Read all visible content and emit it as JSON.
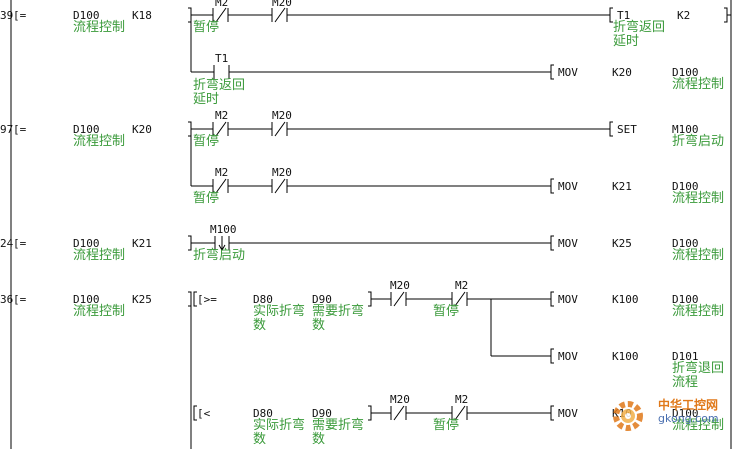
{
  "rungs": [
    {
      "step": "39",
      "compare": {
        "op": "[=",
        "s1": "D100",
        "s1_comment": "流程控制",
        "s2": "K18"
      },
      "branches": [
        {
          "contacts": [
            {
              "dev": "M2",
              "type": "NC",
              "comment": "暂停"
            },
            {
              "dev": "M20",
              "type": "NC",
              "comment": ""
            }
          ],
          "coil": {
            "instr": "T1",
            "k": "K2",
            "comment": "折弯返回延时"
          }
        },
        {
          "contacts": [
            {
              "dev": "T1",
              "type": "NO",
              "comment": "折弯返回延时"
            }
          ],
          "coil": {
            "instr": "MOV",
            "src": "K20",
            "dst": "D100",
            "dst_comment": "流程控制"
          }
        }
      ]
    },
    {
      "step": "97",
      "compare": {
        "op": "[=",
        "s1": "D100",
        "s1_comment": "流程控制",
        "s2": "K20"
      },
      "branches": [
        {
          "contacts": [
            {
              "dev": "M2",
              "type": "NC",
              "comment": "暂停"
            },
            {
              "dev": "M20",
              "type": "NC",
              "comment": ""
            }
          ],
          "coil": {
            "instr": "SET",
            "dst": "M100",
            "dst_comment": "折弯启动"
          }
        },
        {
          "contacts": [
            {
              "dev": "M2",
              "type": "NC",
              "comment": "暂停"
            },
            {
              "dev": "M20",
              "type": "NC",
              "comment": ""
            }
          ],
          "coil": {
            "instr": "MOV",
            "src": "K21",
            "dst": "D100",
            "dst_comment": "流程控制"
          }
        }
      ]
    },
    {
      "step": "24",
      "compare": {
        "op": "[=",
        "s1": "D100",
        "s1_comment": "流程控制",
        "s2": "K21"
      },
      "branches": [
        {
          "contacts": [
            {
              "dev": "M100",
              "type": "FALL",
              "comment": "折弯启动"
            }
          ],
          "coil": {
            "instr": "MOV",
            "src": "K25",
            "dst": "D100",
            "dst_comment": "流程控制"
          }
        }
      ]
    },
    {
      "step": "36",
      "compare": {
        "op": "[=",
        "s1": "D100",
        "s1_comment": "流程控制",
        "s2": "K25"
      },
      "branches": [
        {
          "inner_compare": {
            "op": "[>=",
            "s1": "D80",
            "s1_comment": "实际折弯数",
            "s2": "D90",
            "s2_comment": "需要折弯数"
          },
          "contacts": [
            {
              "dev": "M20",
              "type": "NC",
              "comment": ""
            },
            {
              "dev": "M2",
              "type": "NC",
              "comment": "暂停"
            }
          ],
          "coils": [
            {
              "instr": "MOV",
              "src": "K100",
              "dst": "D100",
              "dst_comment": "流程控制"
            },
            {
              "instr": "MOV",
              "src": "K100",
              "dst": "D101",
              "dst_comment": "折弯退回流程"
            }
          ]
        },
        {
          "inner_compare": {
            "op": "[<",
            "s1": "D80",
            "s1_comment": "实际折弯数",
            "s2": "D90",
            "s2_comment": "需要折弯数"
          },
          "contacts": [
            {
              "dev": "M20",
              "type": "NC",
              "comment": ""
            },
            {
              "dev": "M2",
              "type": "NC",
              "comment": "暂停"
            }
          ],
          "coil": {
            "instr": "MOV",
            "src": "K10",
            "dst": "D100",
            "dst_comment": "流程控制"
          }
        }
      ]
    }
  ],
  "watermark": {
    "line1": "中华工控网",
    "line2": "gkong.com",
    "icon": "gear-logo-icon",
    "color_primary": "#e0791a",
    "color_secondary": "#4a6fb0"
  },
  "colors": {
    "comment": "#3a9a3a",
    "line": "#000000",
    "rail": "#000000"
  }
}
